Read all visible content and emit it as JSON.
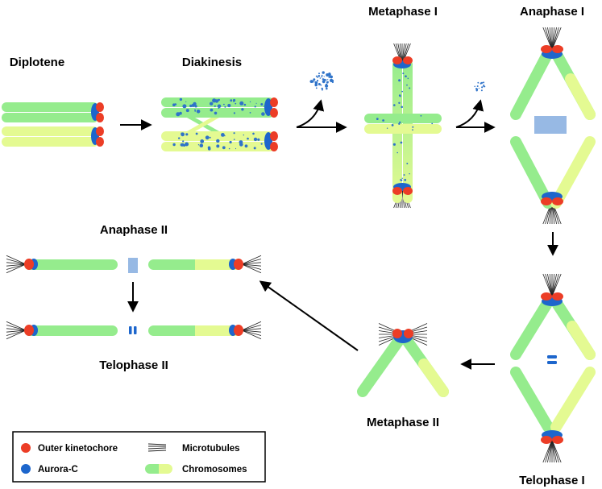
{
  "stages": {
    "diplotene": "Diplotene",
    "diakinesis": "Diakinesis",
    "metaphase1": "Metaphase I",
    "anaphase1": "Anaphase I",
    "telophase1": "Telophase I",
    "metaphase2": "Metaphase II",
    "anaphase2": "Anaphase II",
    "telophase2": "Telophase II"
  },
  "legend": {
    "outer_kinetochore": "Outer kinetochore",
    "aurora_c": "Aurora-C",
    "microtubules": "Microtubules",
    "chromosomes": "Chromosomes"
  },
  "colors": {
    "green": "#95ec8d",
    "yellow": "#e4fa92",
    "red": "#ec3d26",
    "blue": "#1d66cc",
    "dot_blue": "#2f73c9"
  }
}
